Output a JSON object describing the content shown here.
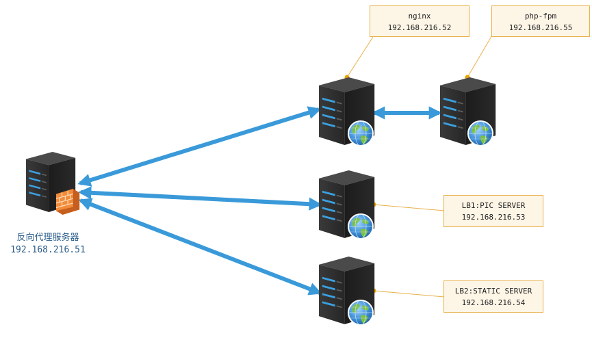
{
  "proxy": {
    "name": "反向代理服务器",
    "ip": "192.168.216.51"
  },
  "nginx": {
    "name": "nginx",
    "ip": "192.168.216.52"
  },
  "phpfpm": {
    "name": "php-fpm",
    "ip": "192.168.216.55"
  },
  "lb1": {
    "name": "LB1:PIC SERVER",
    "ip": "192.168.216.53"
  },
  "lb2": {
    "name": "LB2:STATIC SERVER",
    "ip": "192.168.216.54"
  },
  "colors": {
    "arrow": "#3a9ad9",
    "callout_border": "#e8b04a",
    "callout_fill": "#fdf5e6",
    "server_dark": "#2e2e2e",
    "server_stripe": "#3ba0e0",
    "globe": "#3f8fd6",
    "firewall": "#e07a2e"
  },
  "icons": [
    "server-icon",
    "globe-icon",
    "firewall-icon"
  ]
}
